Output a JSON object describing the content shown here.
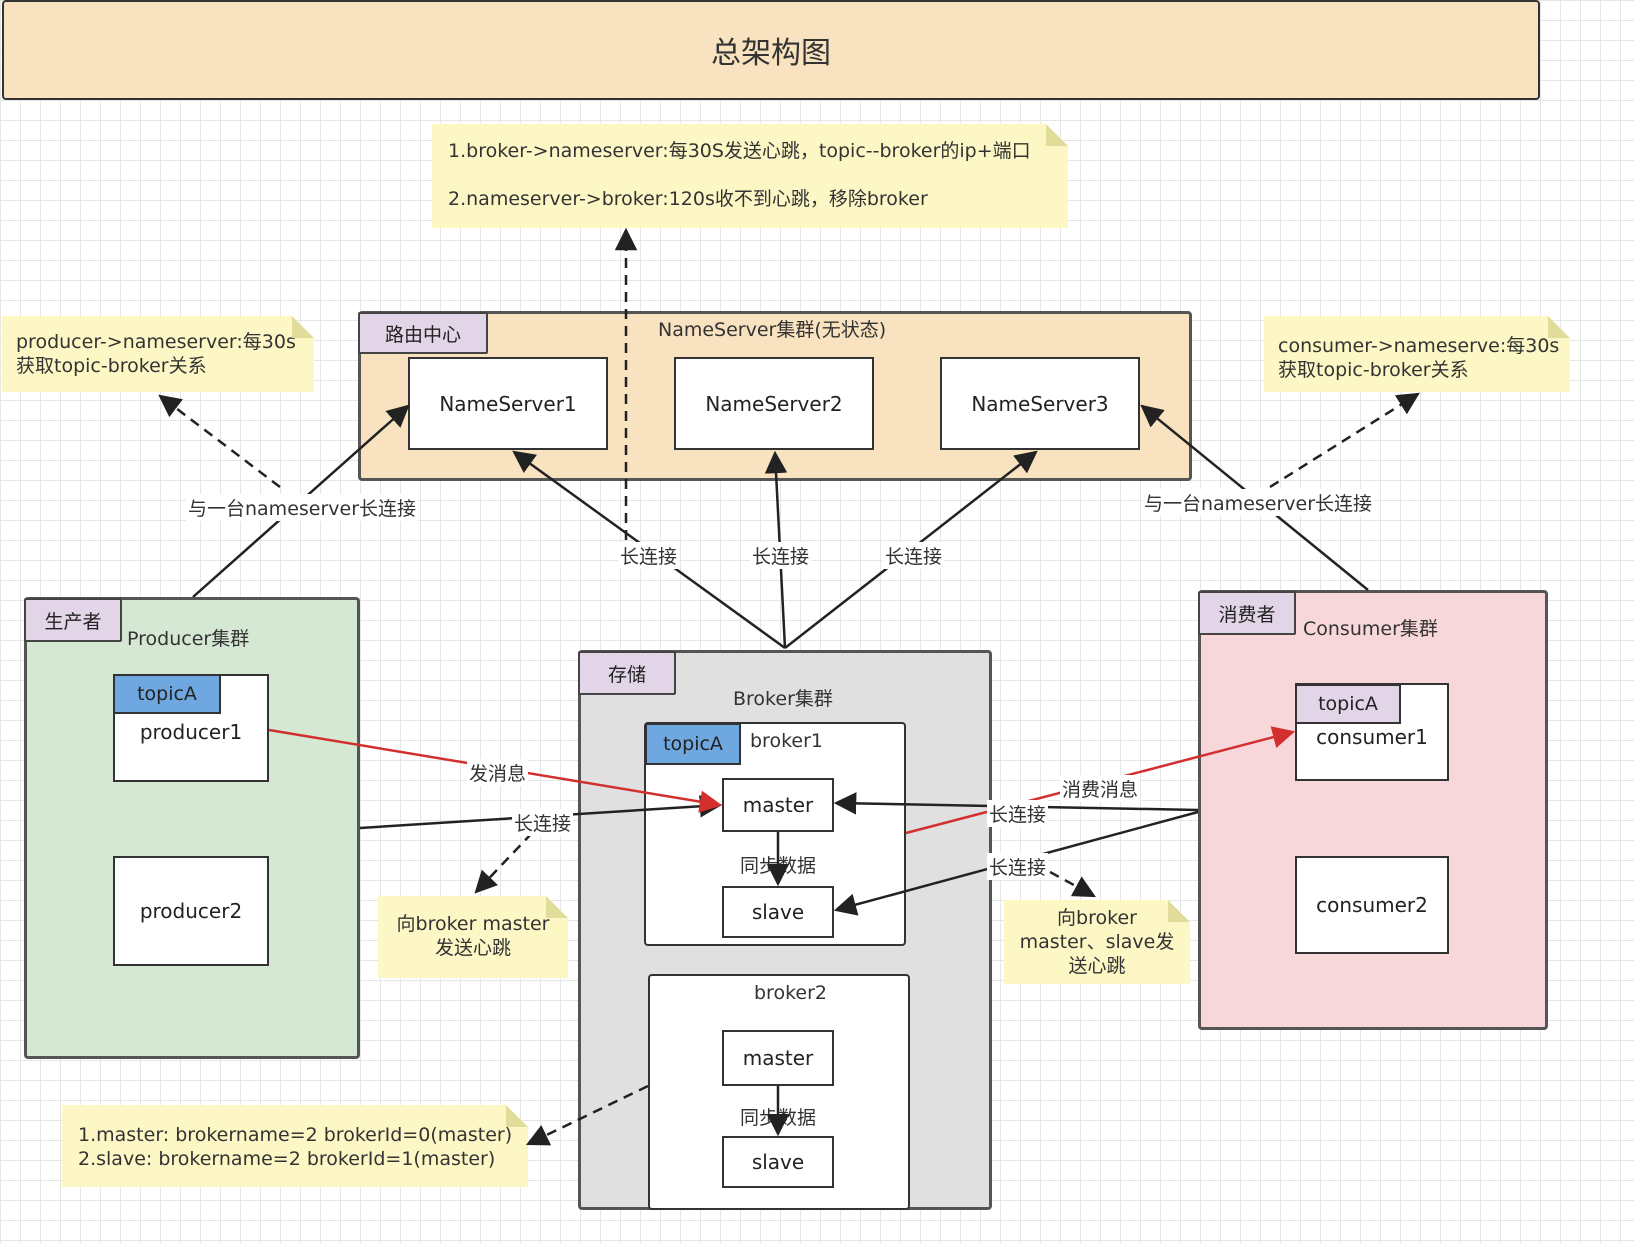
{
  "title": "总架构图",
  "notes": {
    "top_line1": "1.broker->nameserver:每30S发送心跳，topic--broker的ip+端口",
    "top_line2": "2.nameserver->broker:120s收不到心跳，移除broker",
    "producer_line1": "producer->nameserver:每30s",
    "producer_line2": "获取topic-broker关系",
    "consumer_line1": "consumer->nameserve:每30s",
    "consumer_line2": "获取topic-broker关系",
    "broker_master_line1": "向broker master",
    "broker_master_line2": "发送心跳",
    "broker_ms_line1": "向broker",
    "broker_ms_line2": "master、slave发",
    "broker_ms_line3": "送心跳",
    "bottom_line1": "1.master: brokername=2 brokerId=0(master)",
    "bottom_line2": "2.slave: brokername=2 brokerId=1(master)"
  },
  "nameserver_group": {
    "tag": "路由中心",
    "title": "NameServer集群(无状态)",
    "servers": [
      "NameServer1",
      "NameServer2",
      "NameServer3"
    ]
  },
  "producer_group": {
    "tag": "生产者",
    "title": "Producer集群",
    "topic": "topicA",
    "producers": [
      "producer1",
      "producer2"
    ]
  },
  "broker_group": {
    "tag": "存储",
    "title": "Broker集群",
    "broker1": {
      "topic": "topicA",
      "name": "broker1",
      "master": "master",
      "sync": "同步数据",
      "slave": "slave"
    },
    "broker2": {
      "name": "broker2",
      "master": "master",
      "sync": "同步数据",
      "slave": "slave"
    }
  },
  "consumer_group": {
    "tag": "消费者",
    "title": "Consumer集群",
    "topic": "topicA",
    "consumers": [
      "consumer1",
      "consumer2"
    ]
  },
  "edges": {
    "producer_ns": "与一台nameserver长连接",
    "consumer_ns": "与一台nameserver长连接",
    "long_conn": "长连接",
    "send_msg": "发消息",
    "consume_msg": "消费消息"
  },
  "colors": {
    "header": "#f8e2bf",
    "nameserver_group": "#f8e2bf",
    "producer_group": "#d5e8d4",
    "broker_group": "#e0e0e0",
    "consumer_group": "#f8d7da",
    "note": "#fdf7c6",
    "tag": "#e1d5e7",
    "topic_blue": "#6fa8e0",
    "message_arrow": "#d32f2f"
  }
}
